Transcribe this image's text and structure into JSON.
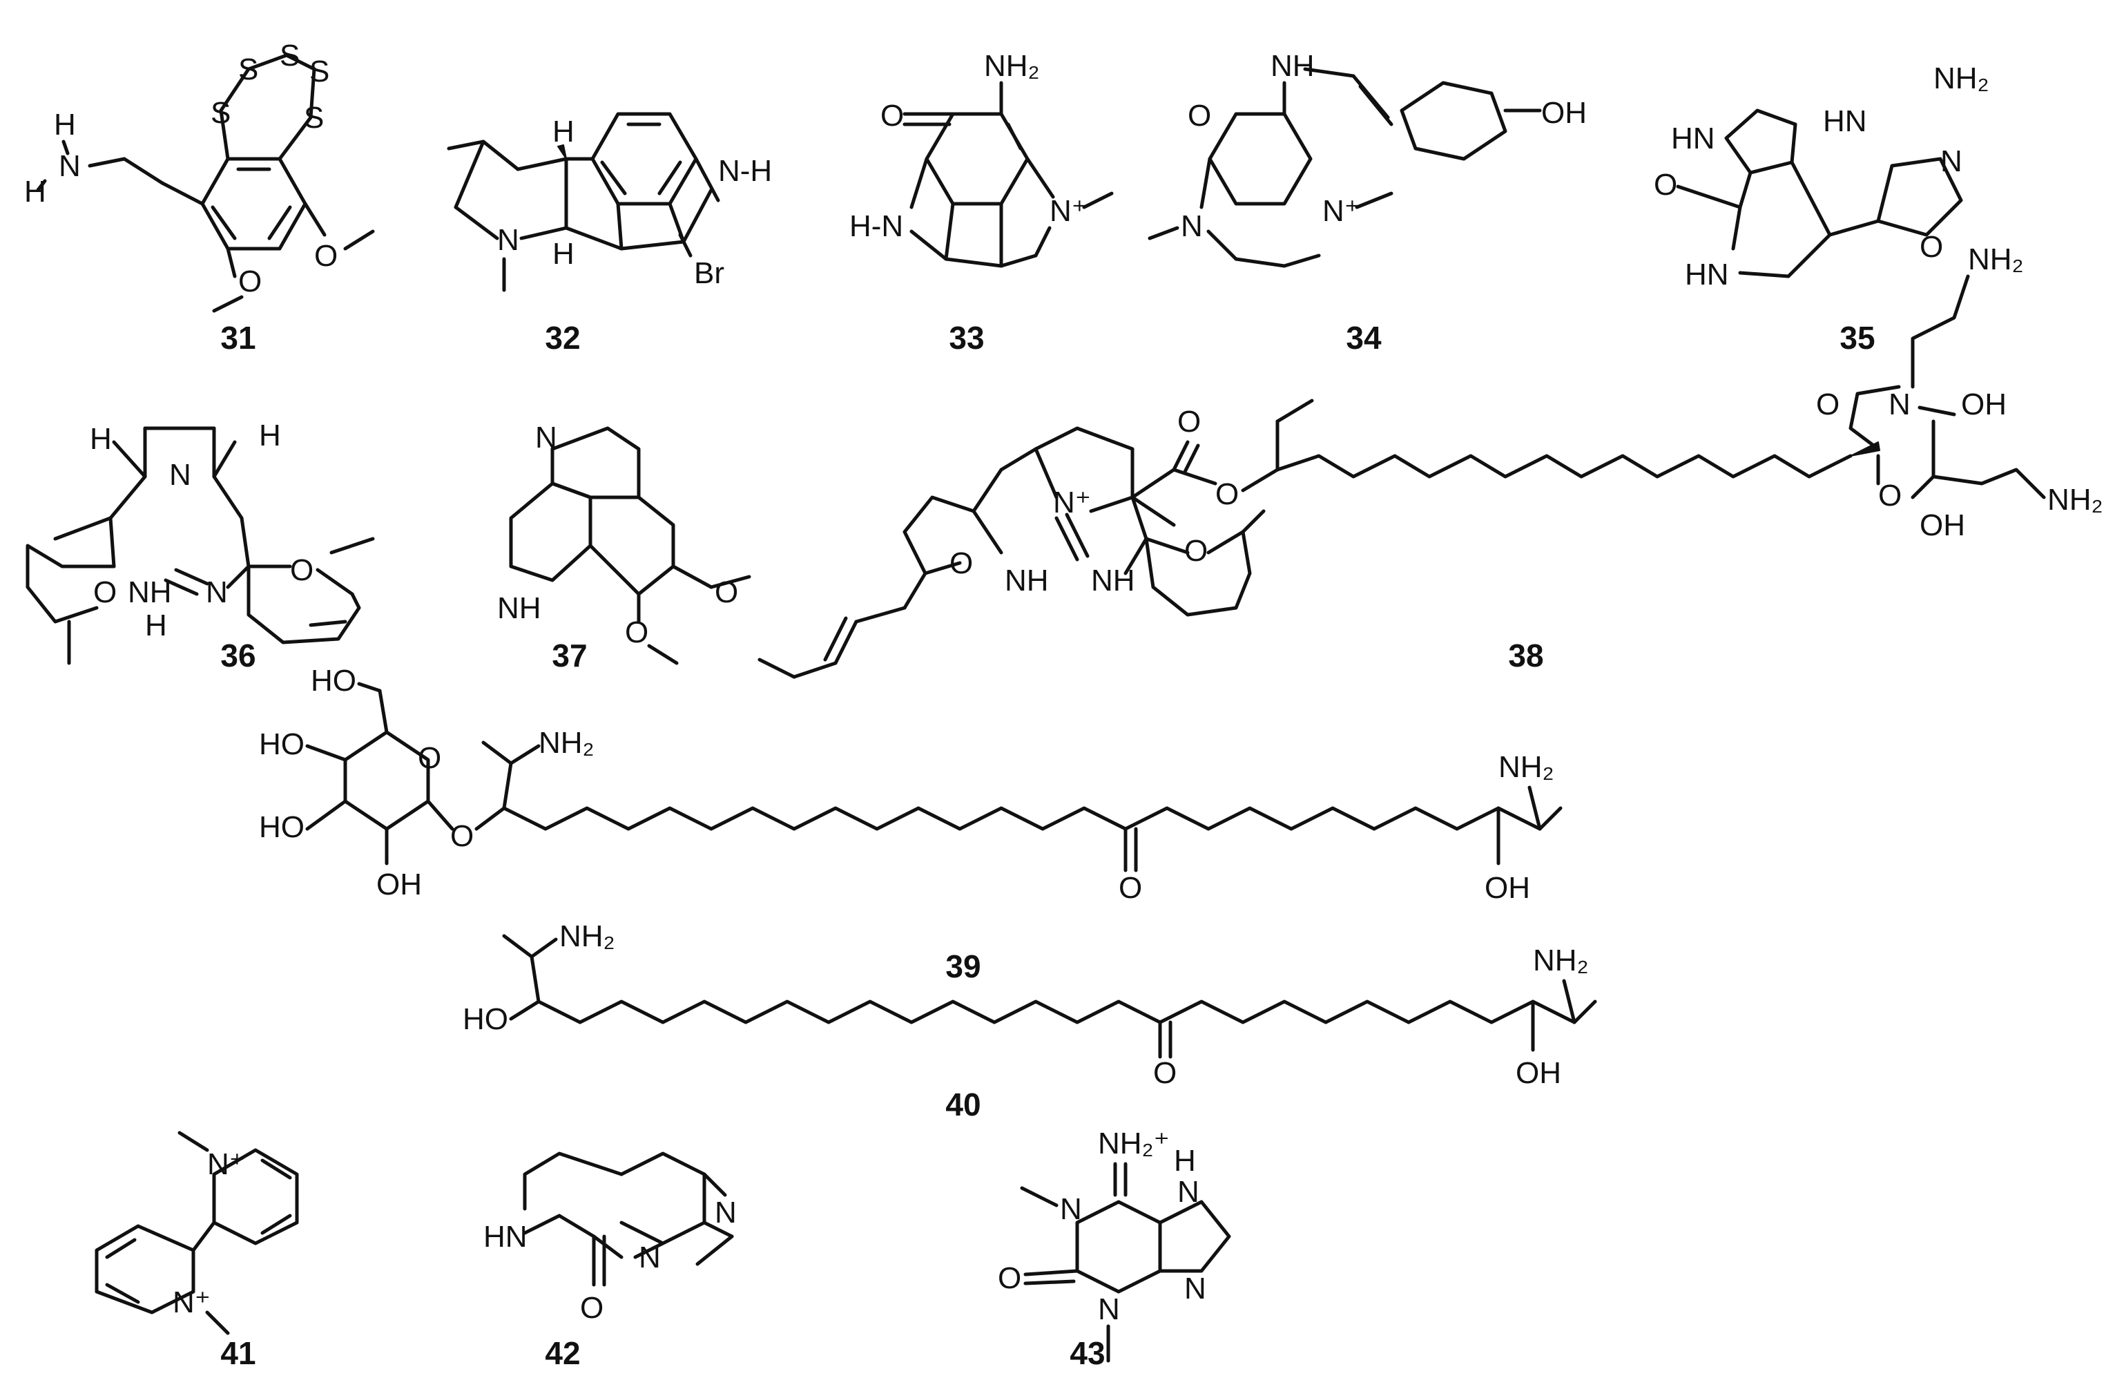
{
  "figure": {
    "compound_numbers": [
      "31",
      "32",
      "33",
      "34",
      "35",
      "36",
      "37",
      "38",
      "39",
      "40",
      "41",
      "42",
      "43"
    ]
  },
  "atoms": {
    "S": "S",
    "H": "H",
    "N": "N",
    "NH": "NH",
    "HN": "HN",
    "N_H": "N-H",
    "H_N": "H-N",
    "Br": "Br",
    "O": "O",
    "OH": "OH",
    "HO": "HO",
    "NH2": "NH₂",
    "N_plus": "N⁺",
    "NH2_plus": "NH₂⁺"
  },
  "colors": {
    "ink": "#111111",
    "background": "#ffffff"
  }
}
